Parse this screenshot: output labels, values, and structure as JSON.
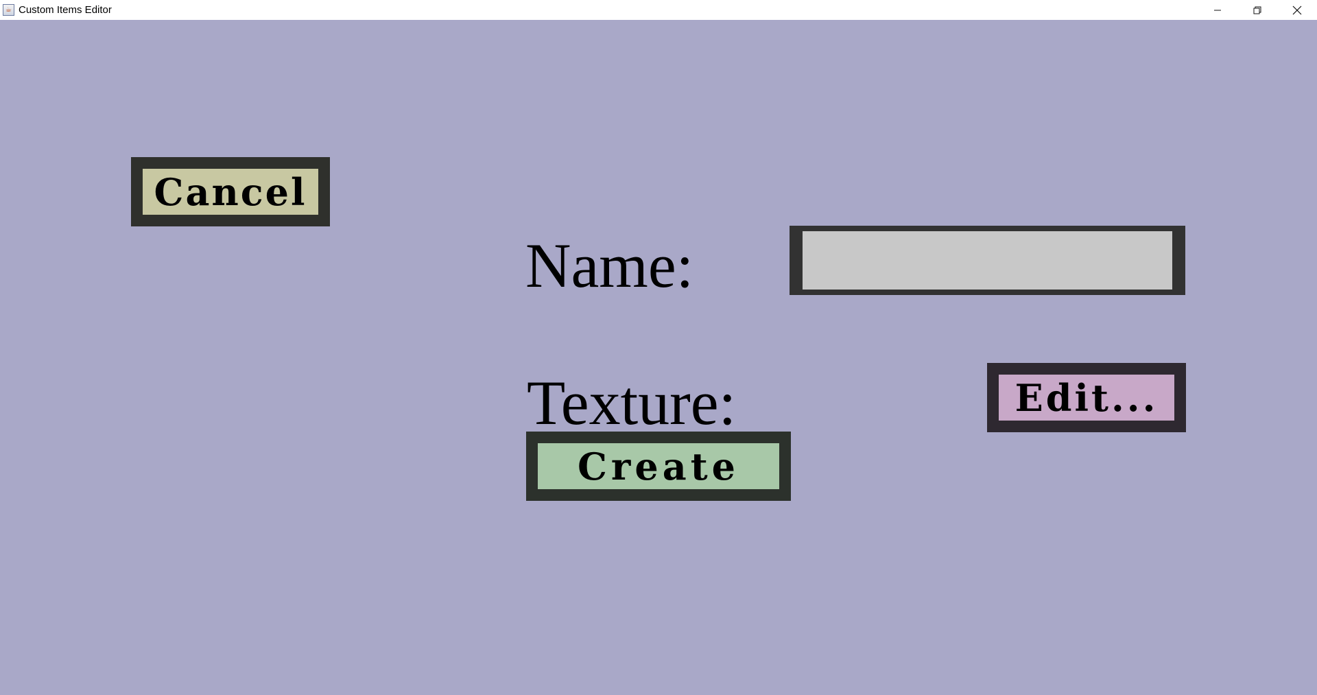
{
  "window": {
    "title": "Custom Items Editor",
    "icon": "java-app-icon",
    "controls": {
      "minimize": "minimize-icon",
      "maximize": "restore-icon",
      "close": "close-icon"
    }
  },
  "form": {
    "cancel_label": "Cancel",
    "name_label": "Name:",
    "name_value": "",
    "name_placeholder": "",
    "texture_label": "Texture:",
    "edit_label": "Edit...",
    "create_label": "Create"
  },
  "colors": {
    "background": "#a9a8c8",
    "cancel_fill": "#c8c8a2",
    "edit_fill": "#c8a8c8",
    "create_fill": "#a8c8a8",
    "field_fill": "#c8c8c8",
    "border_dark": "#2f302c"
  }
}
